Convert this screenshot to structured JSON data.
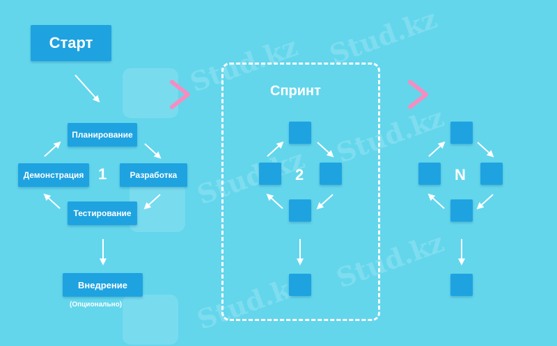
{
  "start": "Старт",
  "cycle1": {
    "number": "1",
    "planning": "Планирование",
    "development": "Разработка",
    "testing": "Тестирование",
    "demo": "Демонстрация"
  },
  "deploy": "Внедрение",
  "optional": "(Опционально)",
  "sprint_title": "Спринт",
  "sprint_number": "2",
  "n_label": "N",
  "watermark": "Stud.kz",
  "colors": {
    "background": "#63d6ec",
    "box": "#1ea3e0",
    "chevron": "#f48ec0"
  }
}
